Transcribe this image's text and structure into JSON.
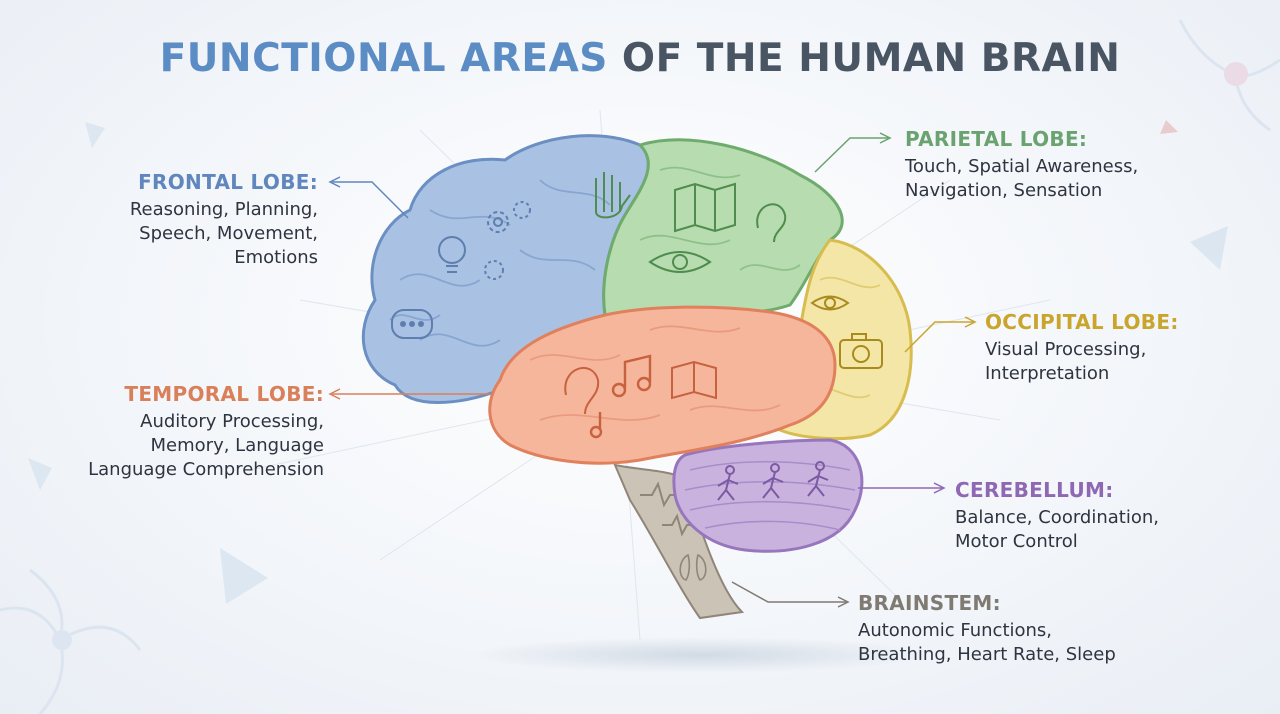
{
  "title": {
    "part1": "FUNCTIONAL AREAS",
    "part2": "OF THE HUMAN BRAIN"
  },
  "colors": {
    "title_accent": "#5b8cc4",
    "title_dark": "#4a5563",
    "frontal": "#5f86bd",
    "parietal": "#6aa36f",
    "occipital": "#c9a52d",
    "temporal": "#d9805b",
    "cerebellum": "#8e68b3",
    "brainstem": "#7f7a72"
  },
  "lobes": {
    "frontal": {
      "name": "FRONTAL LOBE:",
      "lines": [
        "Reasoning, Planning,",
        "Speech, Movement,",
        "Emotions"
      ],
      "icons": [
        "lightbulb-icon",
        "gears-icon",
        "speech-bubble-icon"
      ]
    },
    "parietal": {
      "name": "PARIETAL LOBE:",
      "lines": [
        "Touch, Spatial Awareness,",
        "Navigation, Sensation"
      ],
      "icons": [
        "hand-icon",
        "map-icon",
        "ear-icon"
      ]
    },
    "occipital": {
      "name": "OCCIPITAL LOBE:",
      "lines": [
        "Visual Processing,",
        "Interpretation"
      ],
      "icons": [
        "eye-icon",
        "camera-icon"
      ]
    },
    "temporal": {
      "name": "TEMPORAL LOBE:",
      "lines": [
        "Auditory Processing,",
        "Memory, Language",
        "Language Comprehension"
      ],
      "icons": [
        "ear-icon",
        "music-note-icon",
        "book-icon"
      ]
    },
    "cerebellum": {
      "name": "CEREBELLUM:",
      "lines": [
        "Balance, Coordination,",
        "Motor Control"
      ],
      "icons": [
        "running-figures-icon"
      ]
    },
    "brainstem": {
      "name": "BRAINSTEM:",
      "lines": [
        "Autonomic Functions,",
        "Breathing, Heart Rate, Sleep"
      ],
      "icons": [
        "heartbeat-icon",
        "lungs-icon"
      ]
    }
  }
}
